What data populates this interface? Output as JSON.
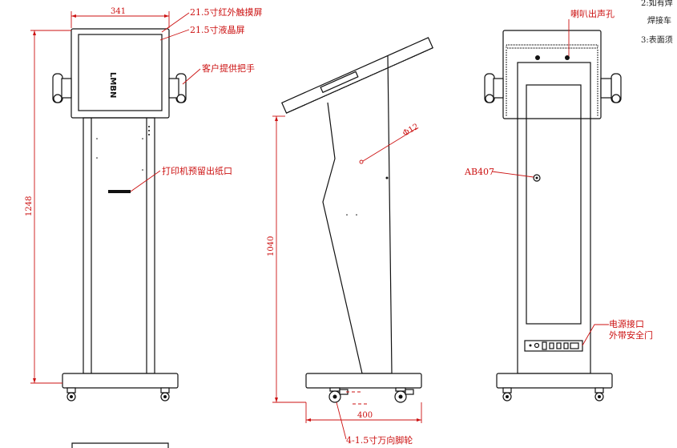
{
  "dimensions": {
    "screen_width": "341",
    "height_front": "1248",
    "height_side": "1040",
    "base_depth": "400",
    "diameter": "Φ12"
  },
  "annotations": {
    "touch_screen": "21.5寸红外触摸屏",
    "lcd_screen": "21.5寸液晶屏",
    "handles": "客户提供把手",
    "printer_slot": "打印机预留出纸口",
    "casters": "4-1.5寸万向脚轮",
    "speaker": "喇叭出声孔",
    "lock": "AB407",
    "power_line1": "电源接口",
    "power_line2": "外带安全门"
  },
  "notes": {
    "line2": "2:如有焊",
    "line2b": "焊接车",
    "line3": "3:表面须"
  },
  "screen_logo": "LMBN",
  "colors": {
    "annotation": "#cc1111",
    "outline": "#111111"
  }
}
